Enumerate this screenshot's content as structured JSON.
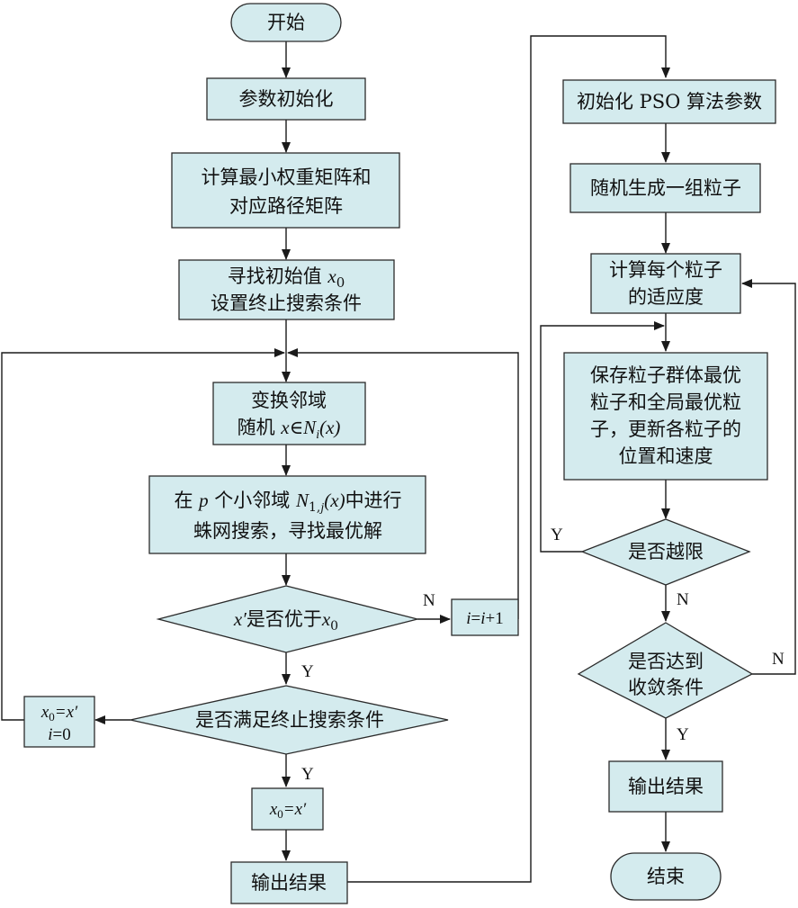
{
  "colors": {
    "box_fill": "#d4ebee",
    "stroke": "#2b2b2b"
  },
  "left": {
    "start": "开始",
    "init_params": "参数初始化",
    "calc_matrix": [
      "计算最小权重矩阵和",
      "对应路径矩阵"
    ],
    "find_init": {
      "line1_prefix": "寻找初始值 ",
      "x": "x",
      "sub0": "0",
      "line2": "设置终止搜索条件"
    },
    "neighborhood": {
      "line1": "变换邻域",
      "line2_prefix": "随机 ",
      "x": "x",
      "in": "∈",
      "N": "N",
      "sub_i": "i",
      "paren_x": "(x)"
    },
    "spider": {
      "line1_a": "在 ",
      "p": "p",
      "line1_b": " 个小邻域 ",
      "N": "N",
      "sub": "1,",
      "sub_j": "j",
      "paren_x": "(x)",
      "line1_c": "中进行",
      "line2": "蛛网搜索，寻找最优解"
    },
    "better": {
      "xprime": "x′",
      "text": "是否优于",
      "x": "x",
      "sub0": "0"
    },
    "increment": {
      "i1": "i",
      "eq": "=",
      "i2": "i",
      "plus": "+1"
    },
    "satisfy": "是否满足终止搜索条件",
    "reset": {
      "x": "x",
      "sub0": "0",
      "eq_xprime": "=x′",
      "i": "i",
      "eq0": "=0"
    },
    "assign": {
      "x": "x",
      "sub0": "0",
      "eq_xprime": "=x′"
    },
    "output": "输出结果",
    "label_N": "N",
    "label_Y1": "Y",
    "label_Y2": "Y"
  },
  "right": {
    "init_pso": "初始化 PSO 算法参数",
    "gen_particles": "随机生成一组粒子",
    "fitness": [
      "计算每个粒子",
      "的适应度"
    ],
    "save_best": [
      "保存粒子群体最优",
      "粒子和全局最优粒",
      "子，更新各粒子的",
      "位置和速度"
    ],
    "out_of_bound": "是否越限",
    "converge": [
      "是否达到",
      "收敛条件"
    ],
    "output": "输出结果",
    "end": "结束",
    "label_Y_bound": "Y",
    "label_N_bound": "N",
    "label_N_conv": "N",
    "label_Y_conv": "Y"
  }
}
